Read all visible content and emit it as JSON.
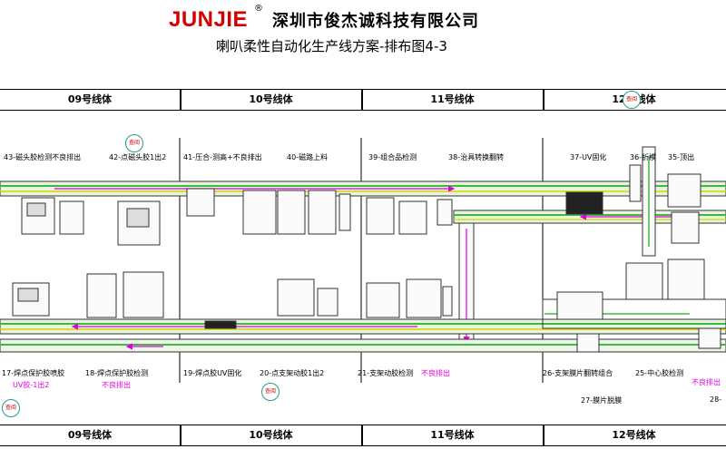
{
  "header": {
    "brand": "JUNJIE",
    "registered_mark": "®",
    "company": "深圳市俊杰诚科技有限公司",
    "subtitle": "喇叭柔性自动化生产线方案-排布图4-3"
  },
  "zones_top": [
    "09号线体",
    "10号线体",
    "11号线体",
    "12号线体"
  ],
  "zones_bottom": [
    "09号线体",
    "10号线体",
    "11号线体",
    "12号线体"
  ],
  "stations_top": [
    {
      "text": "43-磁头胶检测不良排出",
      "color": "black"
    },
    {
      "text": "42-点磁头胶1出2",
      "color": "black"
    },
    {
      "text": "41-压合-测高+不良排出",
      "color": "black"
    },
    {
      "text": "40-磁路上料",
      "color": "black"
    },
    {
      "text": "39-组合品检测",
      "color": "black"
    },
    {
      "text": "38-治具转换翻转",
      "color": "black"
    },
    {
      "text": "37-UV固化",
      "color": "black"
    },
    {
      "text": "36-折模",
      "color": "black"
    },
    {
      "text": "35-顶出",
      "color": "black"
    }
  ],
  "stations_bottom": [
    {
      "text": "17-焊点保护胶喷胶",
      "color": "black"
    },
    {
      "text": "18-焊点保护胶检测",
      "color": "black"
    },
    {
      "text": "UV胶-1出2",
      "color": "pink"
    },
    {
      "text": "不良排出",
      "color": "pink"
    },
    {
      "text": "19-焊点胶UV固化",
      "color": "black"
    },
    {
      "text": "20-点支架动胶1出2",
      "color": "black"
    },
    {
      "text": "21-支架动胶检测",
      "color": "black"
    },
    {
      "text": "不良排出",
      "color": "pink"
    },
    {
      "text": "26-支架膜片翻转组合",
      "color": "black"
    },
    {
      "text": "25-中心胶检测",
      "color": "black"
    },
    {
      "text": "不良排出",
      "color": "pink"
    },
    {
      "text": "27-膜片脱膜",
      "color": "black"
    },
    {
      "text": "28-",
      "color": "black"
    }
  ],
  "stamps": [
    {
      "text": "查阅"
    },
    {
      "text": "查阅"
    },
    {
      "text": "查阅"
    },
    {
      "text": "查阅"
    }
  ],
  "colors": {
    "brand": "#d40000",
    "track_green": "#3fb93f",
    "track_yellow": "#d8d400",
    "arrow_pink": "#e000e0",
    "stamp_ring": "#2a9c8c"
  }
}
